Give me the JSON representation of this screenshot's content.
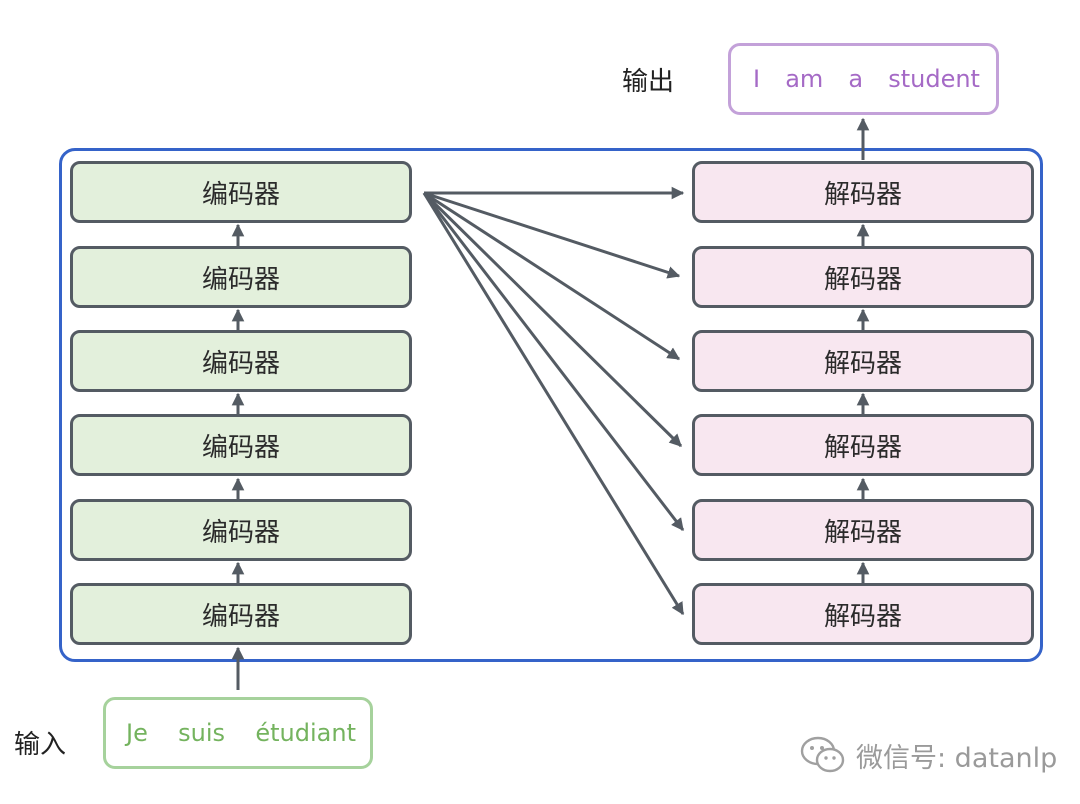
{
  "labels": {
    "input": "输入",
    "output": "输出"
  },
  "input_tokens": [
    "Je",
    "suis",
    "étudiant"
  ],
  "output_tokens": [
    "I",
    "am",
    "a",
    "student"
  ],
  "encoders": [
    "编码器",
    "编码器",
    "编码器",
    "编码器",
    "编码器",
    "编码器"
  ],
  "decoders": [
    "解码器",
    "解码器",
    "解码器",
    "解码器",
    "解码器",
    "解码器"
  ],
  "watermark": {
    "icon": "wechat-icon",
    "text": "微信号: datanlp"
  },
  "colors": {
    "encoder_fill": "#e3f0dc",
    "decoder_fill": "#f8e7f0",
    "frame": "#3563c9",
    "input_text": "#74b35e",
    "output_text": "#a56ac6"
  }
}
